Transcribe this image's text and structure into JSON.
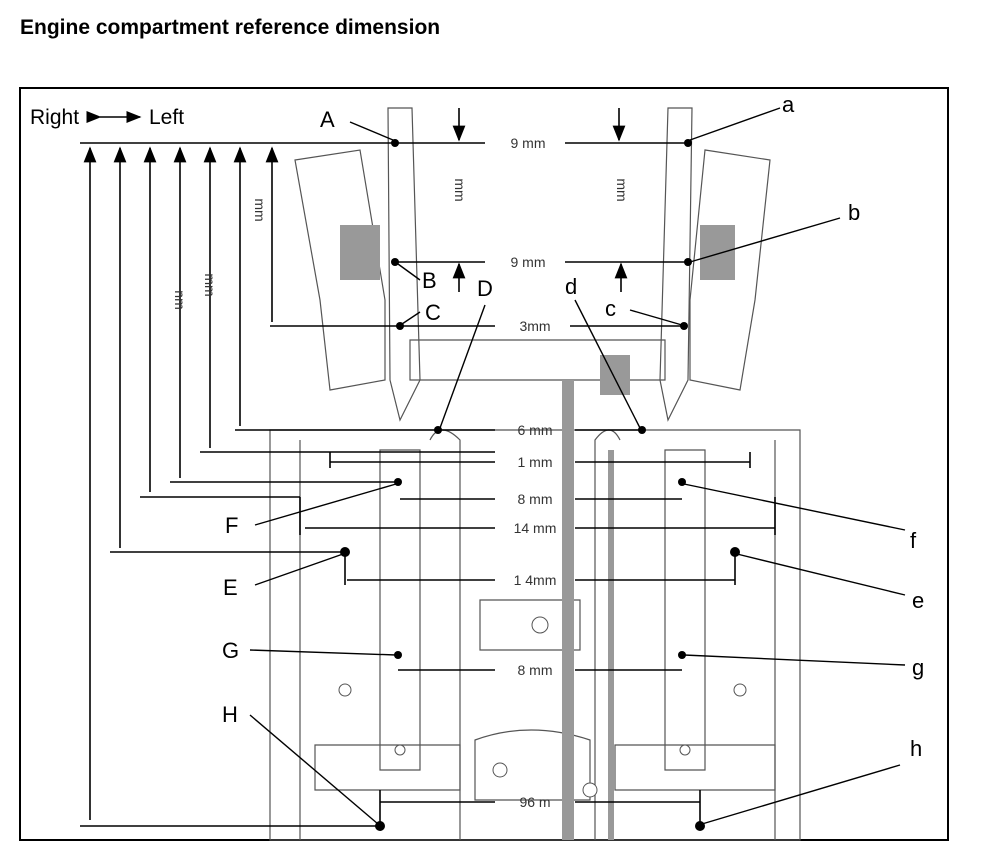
{
  "title": "Engine compartment reference dimension",
  "direction": {
    "right": "Right",
    "left": "Left"
  },
  "points": {
    "A": "A",
    "B": "B",
    "C": "C",
    "D": "D",
    "E": "E",
    "F": "F",
    "G": "G",
    "H": "H",
    "a": "a",
    "b": "b",
    "c": "c",
    "d": "d",
    "e": "e",
    "f": "f",
    "g": "g",
    "h": "h"
  },
  "dimensions": {
    "aA": "9    mm",
    "bB": "9    mm",
    "cC": "3mm",
    "dD": "6    mm",
    "r1": "1     mm",
    "fF": "8    mm",
    "r2": "14    mm",
    "eE": "1    4mm",
    "gG": "8    mm",
    "hH": "96    m",
    "v1": "mm",
    "v2": "mm",
    "v3": "mm",
    "v4": "mm",
    "v5": "nm"
  }
}
